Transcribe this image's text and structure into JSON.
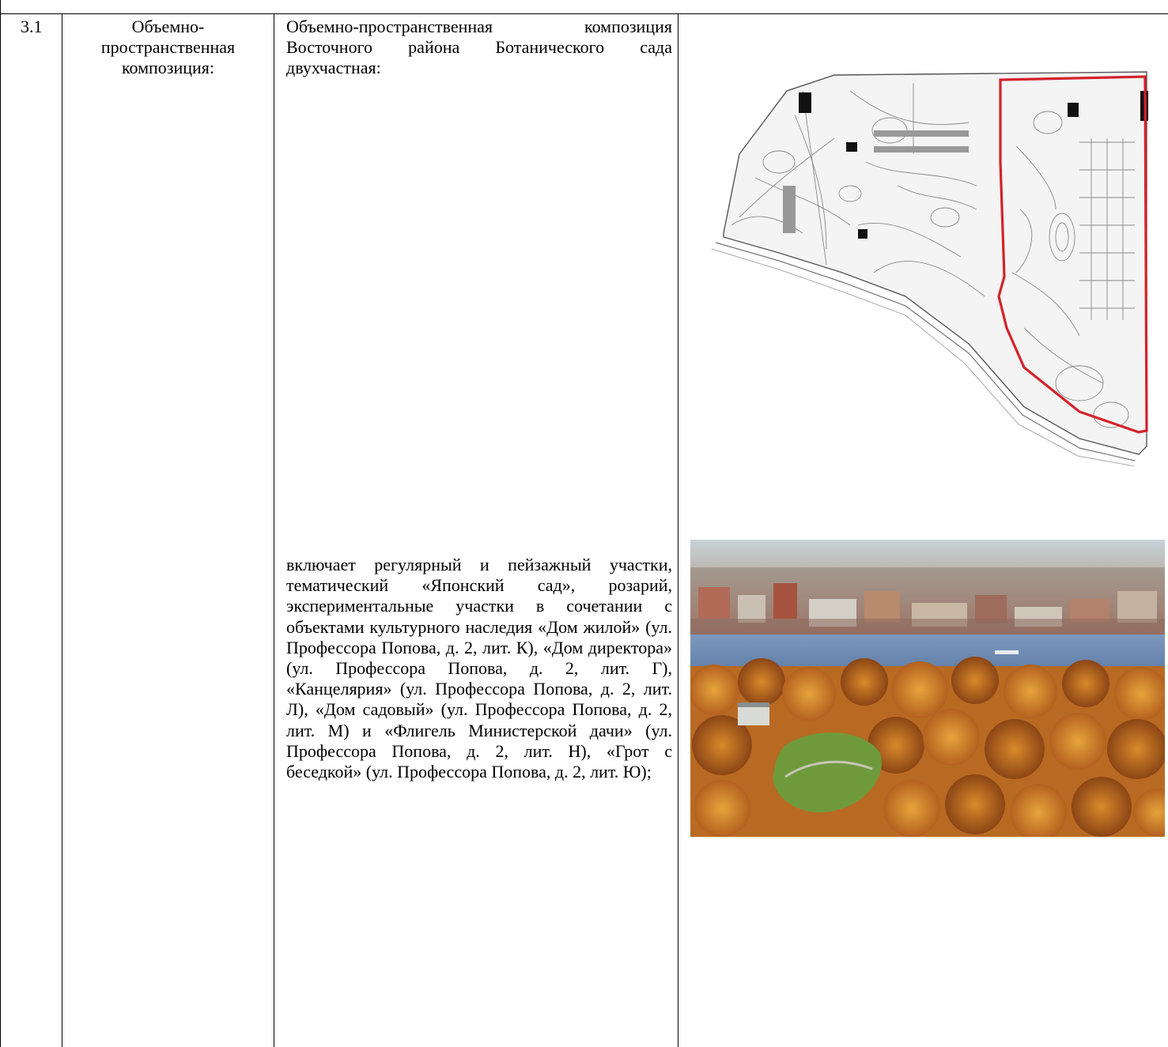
{
  "row": {
    "number": "3.1",
    "label_lines": [
      "Объемно-",
      "пространственная",
      "композиция:"
    ],
    "description_intro": "Объемно-пространственная композиция Восточного района Ботанического сада двухчастная:",
    "description_main": "включает регулярный и пейзажный участки, тематический «Японский сад», розарий, экспериментальные участки в сочетании с объектами культурного наследия «Дом жилой» (ул. Профессора Попова, д. 2, лит. К), «Дом директора» (ул. Профессора Попова, д. 2, лит. Г), «Канцелярия» (ул. Профессора Попова, д. 2, лит. Л), «Дом садовый» (ул. Профессора Попова, д. 2, лит. М) и «Флигель Министерской дачи» (ул. Профессора Попова, д. 2, лит. Н), «Грот с беседкой» (ул. Профессора Попова, д. 2, лит. Ю);"
  },
  "images": {
    "plan": "garden-plan-map",
    "aerial": "aerial-autumn-photo"
  },
  "colors": {
    "outline": "#d4222a",
    "water": "#6f8fb8",
    "foliage": "#d9852a"
  }
}
